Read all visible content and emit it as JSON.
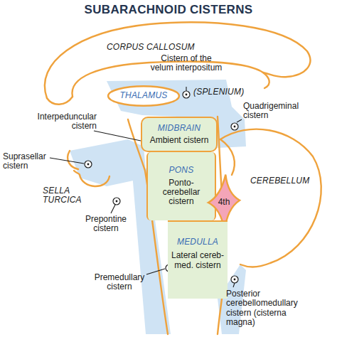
{
  "diagram": {
    "title": "SUBARACHNOID CISTERNS",
    "nodes": [
      {
        "text": [
          "THALAMUS"
        ]
      },
      {
        "text": [
          "MIDBRAIN",
          "Ambient cistern"
        ]
      },
      {
        "text": [
          "PONS",
          "Ponto-cerebellar cistern"
        ]
      },
      {
        "text": [
          "4th"
        ]
      },
      {
        "text": [
          "MEDULLA",
          "Lateral cereb-med. cistern"
        ]
      }
    ],
    "labels": [
      "CORPUS CALLOSUM",
      "Cistern of the velum interpositum",
      "(SPLENIUM)",
      "Quadrigeminal cistern",
      "Interpeduncular cistern",
      "Suprasellar cistern",
      "SELLA TURCICA",
      "CEREBELLUM",
      "Prepontine cistern",
      "Premedullary cistern",
      "Posterior cerebellomedullary cistern (cisterna magna)"
    ]
  }
}
